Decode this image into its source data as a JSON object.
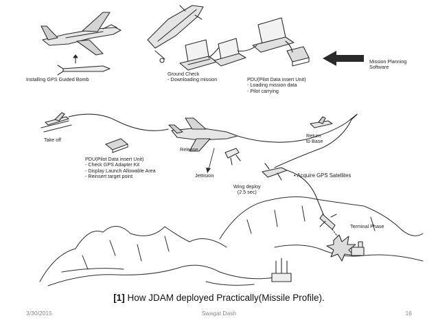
{
  "diagram": {
    "top_row": {
      "installing_label": "Installing GPS Guided Bomb",
      "ground_check_title": "Ground Check",
      "ground_check_item": "- Downloading mission",
      "pdu_top_title": "PDU(Pilot Data insert Unit)",
      "pdu_top_items": [
        "- Loading mission data",
        "- Pilot carrying"
      ],
      "mission_planning": [
        "Mission Planning",
        "Software"
      ]
    },
    "flight": {
      "take_off": "Take off",
      "pdu_mid_title": "PDU(Pilot Data insert Unit)",
      "pdu_mid_items": [
        "- Check GPS Adapter Kit",
        "- Display Launch Allowable Area",
        "- Reinsert target point"
      ],
      "release": "Release",
      "return_to_base": [
        "Return",
        "to Base"
      ],
      "jettision": "Jettision",
      "acquire_gps": "• Acquire GPS Satellites",
      "wing_deploy": [
        "Wing deploy",
        "(2.5 sec)"
      ],
      "terminal_phase": "Terminal Phase"
    }
  },
  "caption": {
    "ref": "[1]",
    "text": "How JDAM deployed Practically(Missile Profile)."
  },
  "footer": {
    "date": "3/30/2015",
    "author": "Swagat Dash",
    "page": "16"
  },
  "icons": [
    "fighter-jet-icon",
    "guided-bomb-icon",
    "missile-on-cart-icon",
    "laptop-icon",
    "data-unit-icon",
    "left-arrow-icon",
    "explosion-icon",
    "target-building-icon"
  ]
}
